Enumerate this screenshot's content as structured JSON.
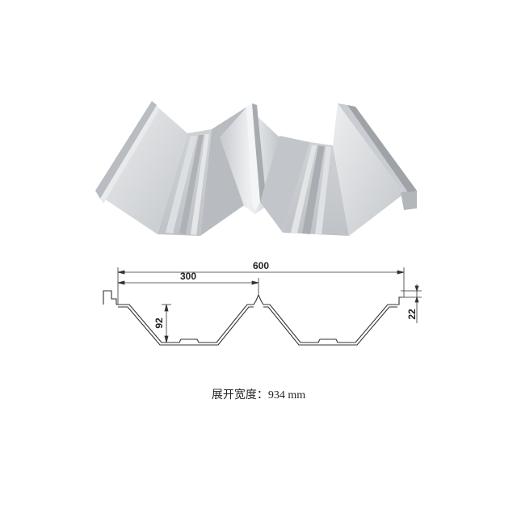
{
  "dimensions": {
    "total_width": "600",
    "half_width": "300",
    "rib_height": "92",
    "lap_height": "22"
  },
  "caption": {
    "label": "展开宽度：",
    "value": "934 mm"
  },
  "colors": {
    "panel_light": "#dfe1e3",
    "panel_mid": "#c9ccd0",
    "panel_dark": "#a9adb2",
    "line": "#333333"
  }
}
